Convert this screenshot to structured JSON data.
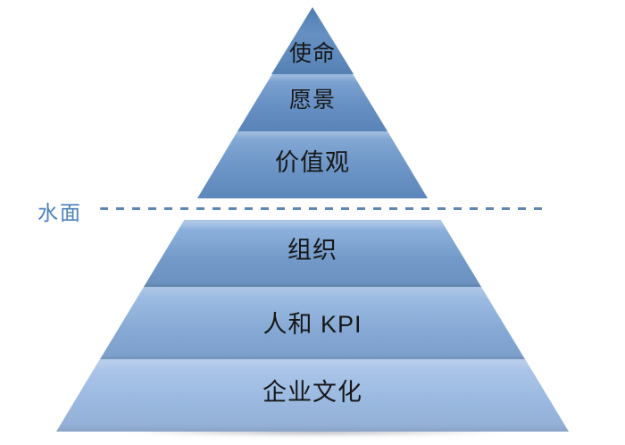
{
  "diagram": {
    "type": "pyramid",
    "waterline": {
      "label": "水面",
      "line_style": "dashed",
      "color": "#4c80bd"
    },
    "levels": [
      {
        "id": "mission",
        "label": "使命",
        "position": "above-water"
      },
      {
        "id": "vision",
        "label": "愿景",
        "position": "above-water"
      },
      {
        "id": "values",
        "label": "价值观",
        "position": "above-water"
      },
      {
        "id": "organization",
        "label": "组织",
        "position": "below-water"
      },
      {
        "id": "people-kpi",
        "label": "人和 KPI",
        "position": "below-water"
      },
      {
        "id": "corporate-culture",
        "label": "企业文化",
        "position": "below-water"
      }
    ],
    "colors": {
      "above_water_blue": "#5e8abd",
      "below_water_blue": "#9ab9e0",
      "bevel_highlight": "#b7cdeb",
      "label_text": "#171717",
      "background": "#ffffff"
    }
  }
}
